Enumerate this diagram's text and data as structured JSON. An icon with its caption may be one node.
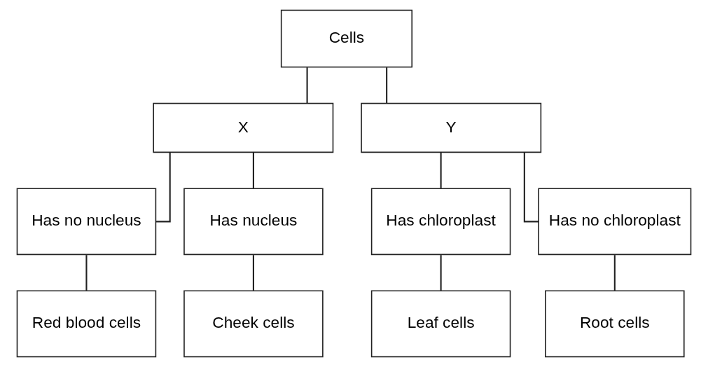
{
  "diagram": {
    "nodes": [
      {
        "text": [
          "Cells"
        ]
      },
      {
        "text": [
          "X"
        ]
      },
      {
        "text": [
          "Y"
        ]
      },
      {
        "text": [
          "Has no nucleus"
        ]
      },
      {
        "text": [
          "Has nucleus"
        ]
      },
      {
        "text": [
          "Has chloroplast"
        ]
      },
      {
        "text": [
          "Has no chloroplast"
        ]
      },
      {
        "text": [
          "Red blood cells"
        ]
      },
      {
        "text": [
          "Cheek cells"
        ]
      },
      {
        "text": [
          "Leaf cells"
        ]
      },
      {
        "text": [
          "Root cells"
        ]
      }
    ],
    "edges": [
      {
        "from": 0,
        "to": 1,
        "arrow": "none"
      },
      {
        "from": 0,
        "to": 2,
        "arrow": "none"
      },
      {
        "from": 1,
        "to": 3,
        "arrow": "none"
      },
      {
        "from": 1,
        "to": 4,
        "arrow": "none"
      },
      {
        "from": 2,
        "to": 5,
        "arrow": "none"
      },
      {
        "from": 2,
        "to": 6,
        "arrow": "none"
      },
      {
        "from": 3,
        "to": 7,
        "arrow": "none"
      },
      {
        "from": 4,
        "to": 8,
        "arrow": "none"
      },
      {
        "from": 5,
        "to": 9,
        "arrow": "none"
      },
      {
        "from": 6,
        "to": 10,
        "arrow": "none"
      }
    ]
  }
}
